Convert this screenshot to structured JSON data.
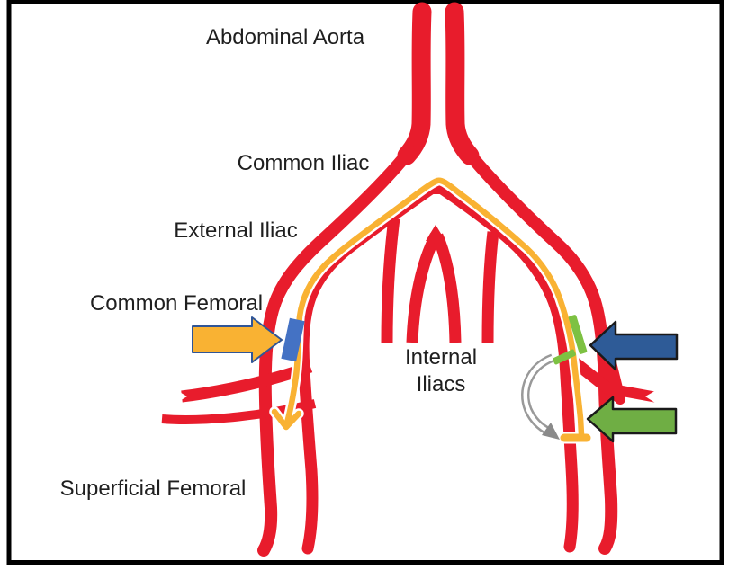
{
  "figure": {
    "type": "vascular anatomy diagram of aorto-iliac and femoral arteries with endovascular crossover guidewire",
    "background": "#ffffff",
    "border_color": "#000000"
  },
  "labels": {
    "abdominal_aorta": "Abdominal Aorta",
    "common_iliac": "Common Iliac",
    "external_iliac": "External Iliac",
    "common_femoral": "Common Femoral",
    "internal_iliacs": [
      "Internal",
      "Iliacs"
    ],
    "superficial_femoral": "Superficial Femoral"
  },
  "colors": {
    "artery_red": "#E81C2C",
    "wire_gold": "#F9B233",
    "sheath_blue": "#4472C4",
    "arrow_blue": "#2E5B97",
    "arrow_green": "#6FAE44",
    "marker_green": "#7DC142",
    "arrow_yellow": "#F9B233",
    "yellow_arrow_outline": "#2F5597",
    "arrow_outline": "#1a1a1a",
    "gray_arrow": "#999999",
    "gray_arrowhead": "#8A8A8A",
    "text": "#1f1f1f",
    "casing_white": "#ffffff"
  },
  "annotations": {
    "yellow_arrow": "pointer-to-common-femoral-access",
    "blue_arrow": "pointer-to-sheath-marker",
    "green_arrow": "pointer-to-reentry-bend",
    "gray_arrow": "subintimal-tracking-path",
    "blue_marker": "access-sheath",
    "green_marker": "crossing-device",
    "guidewire": "up-and-over-crossover-guidewire"
  }
}
